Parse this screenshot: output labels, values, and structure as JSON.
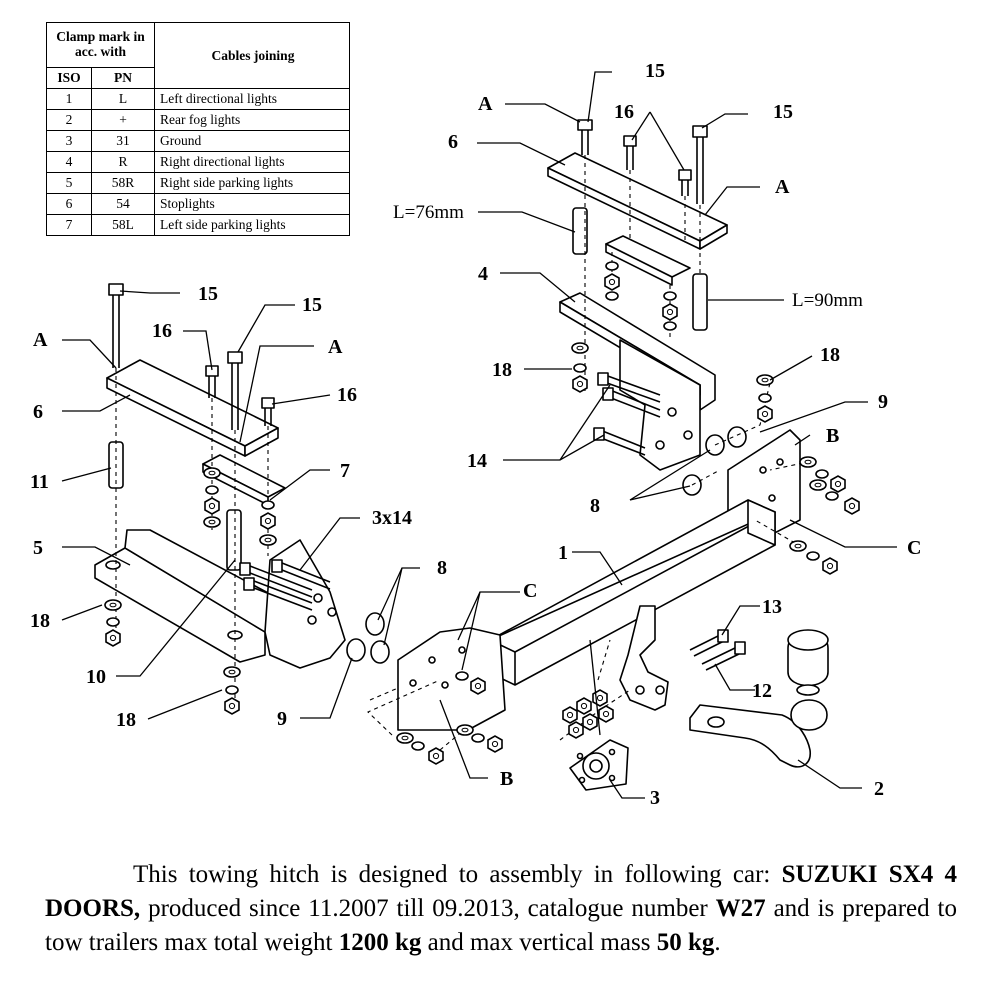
{
  "clamp_table": {
    "header_clamp_mark": "Clamp mark in acc. with",
    "header_cables": "Cables joining",
    "header_iso": "ISO",
    "header_pn": "PN",
    "rows": [
      {
        "iso": "1",
        "pn": "L",
        "cable": "Left directional lights"
      },
      {
        "iso": "2",
        "pn": "+",
        "cable": "Rear fog lights"
      },
      {
        "iso": "3",
        "pn": "31",
        "cable": "Ground"
      },
      {
        "iso": "4",
        "pn": "R",
        "cable": "Right directional lights"
      },
      {
        "iso": "5",
        "pn": "58R",
        "cable": "Right side parking lights"
      },
      {
        "iso": "6",
        "pn": "54",
        "cable": "Stoplights"
      },
      {
        "iso": "7",
        "pn": "58L",
        "cable": "Left side parking lights"
      }
    ]
  },
  "labels": {
    "n1": "1",
    "n2": "2",
    "n3": "3",
    "n4": "4",
    "n5": "5",
    "n6": "6",
    "n7": "7",
    "n8": "8",
    "n9": "9",
    "n10": "10",
    "n11": "11",
    "n12": "12",
    "n13": "13",
    "n14": "14",
    "n15": "15",
    "n16": "16",
    "n18": "18",
    "n3x14": "3x14",
    "A": "A",
    "B": "B",
    "C": "C",
    "l76": "L=76mm",
    "l90": "L=90mm"
  },
  "description": {
    "p1": "This towing hitch is designed to assembly in following car:",
    "car": "SUZUKI SX4 4 DOORS,",
    "p2": " produced since 11.2007 till 09.2013, catalogue number ",
    "catalogue": "W27",
    "p3": " and is prepared to tow trailers max total weight ",
    "weight": "1200 kg",
    "p4": " and max vertical mass ",
    "vmass": "50 kg",
    "p5": "."
  }
}
